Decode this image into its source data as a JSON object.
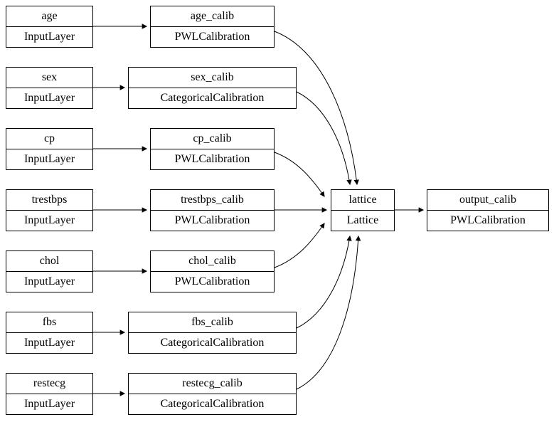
{
  "diagram": {
    "title": "lattice-model-graph",
    "colors": {
      "background": "#ffffff",
      "node_border": "#000000",
      "edge": "#000000",
      "text": "#000000"
    },
    "nodes": {
      "age": {
        "title": "age",
        "type": "InputLayer"
      },
      "age_calib": {
        "title": "age_calib",
        "type": "PWLCalibration"
      },
      "sex": {
        "title": "sex",
        "type": "InputLayer"
      },
      "sex_calib": {
        "title": "sex_calib",
        "type": "CategoricalCalibration"
      },
      "cp": {
        "title": "cp",
        "type": "InputLayer"
      },
      "cp_calib": {
        "title": "cp_calib",
        "type": "PWLCalibration"
      },
      "trestbps": {
        "title": "trestbps",
        "type": "InputLayer"
      },
      "trestbps_calib": {
        "title": "trestbps_calib",
        "type": "PWLCalibration"
      },
      "chol": {
        "title": "chol",
        "type": "InputLayer"
      },
      "chol_calib": {
        "title": "chol_calib",
        "type": "PWLCalibration"
      },
      "fbs": {
        "title": "fbs",
        "type": "InputLayer"
      },
      "fbs_calib": {
        "title": "fbs_calib",
        "type": "CategoricalCalibration"
      },
      "restecg": {
        "title": "restecg",
        "type": "InputLayer"
      },
      "restecg_calib": {
        "title": "restecg_calib",
        "type": "CategoricalCalibration"
      },
      "lattice": {
        "title": "lattice",
        "type": "Lattice"
      },
      "output_calib": {
        "title": "output_calib",
        "type": "PWLCalibration"
      }
    },
    "edges": [
      {
        "from": "age",
        "to": "age_calib"
      },
      {
        "from": "sex",
        "to": "sex_calib"
      },
      {
        "from": "cp",
        "to": "cp_calib"
      },
      {
        "from": "trestbps",
        "to": "trestbps_calib"
      },
      {
        "from": "chol",
        "to": "chol_calib"
      },
      {
        "from": "fbs",
        "to": "fbs_calib"
      },
      {
        "from": "restecg",
        "to": "restecg_calib"
      },
      {
        "from": "age_calib",
        "to": "lattice"
      },
      {
        "from": "sex_calib",
        "to": "lattice"
      },
      {
        "from": "cp_calib",
        "to": "lattice"
      },
      {
        "from": "trestbps_calib",
        "to": "lattice"
      },
      {
        "from": "chol_calib",
        "to": "lattice"
      },
      {
        "from": "fbs_calib",
        "to": "lattice"
      },
      {
        "from": "restecg_calib",
        "to": "lattice"
      },
      {
        "from": "lattice",
        "to": "output_calib"
      }
    ]
  }
}
